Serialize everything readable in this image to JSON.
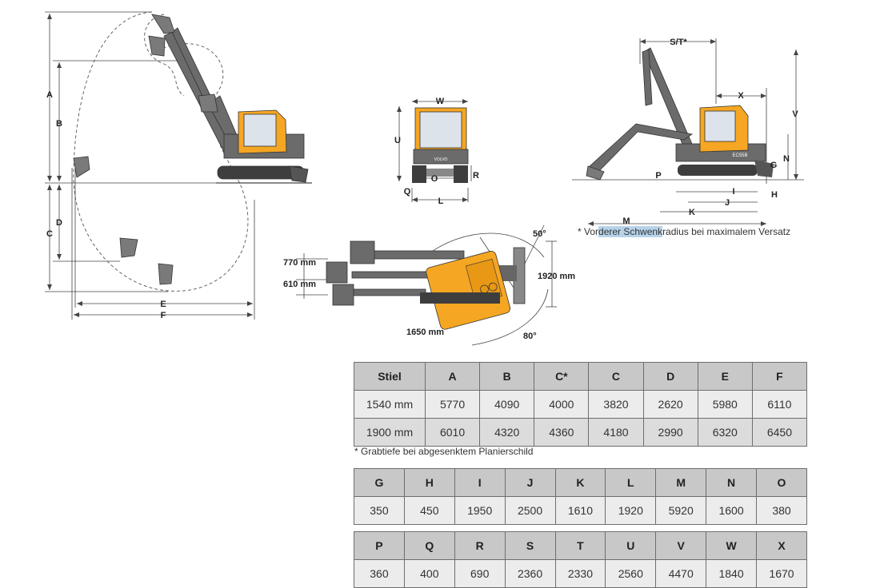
{
  "diagram": {
    "left_labels": [
      "A",
      "B",
      "C",
      "D",
      "E",
      "F"
    ],
    "front_labels": [
      "W",
      "U",
      "R",
      "Q",
      "O",
      "L"
    ],
    "right_labels": [
      "S/T*",
      "X",
      "V",
      "N",
      "G",
      "H",
      "I",
      "J",
      "K",
      "M",
      "P"
    ],
    "swing": {
      "angle_top": "50°",
      "angle_bottom": "80°",
      "offset_upper": "770 mm",
      "offset_lower": "610 mm",
      "width": "1920 mm",
      "radius": "1650 mm"
    },
    "brand": "VOLVO",
    "model": "EC55B",
    "swing_note_pre": "* Vor",
    "swing_note_hl": "derer Schwenk",
    "swing_note_post": "radius bei maximalem Versatz"
  },
  "table1": {
    "headers": [
      "Stiel",
      "A",
      "B",
      "C*",
      "C",
      "D",
      "E",
      "F"
    ],
    "rows": [
      [
        "1540 mm",
        "5770",
        "4090",
        "4000",
        "3820",
        "2620",
        "5980",
        "6110"
      ],
      [
        "1900 mm",
        "6010",
        "4320",
        "4360",
        "4180",
        "2990",
        "6320",
        "6450"
      ]
    ],
    "note": "* Grabtiefe bei abgesenktem Planierschild"
  },
  "table2": {
    "headers": [
      "G",
      "H",
      "I",
      "J",
      "K",
      "L",
      "M",
      "N",
      "O"
    ],
    "rows": [
      [
        "350",
        "450",
        "1950",
        "2500",
        "1610",
        "1920",
        "5920",
        "1600",
        "380"
      ]
    ]
  },
  "table3": {
    "headers": [
      "P",
      "Q",
      "R",
      "S",
      "T",
      "U",
      "V",
      "W",
      "X"
    ],
    "rows": [
      [
        "360",
        "400",
        "690",
        "2360",
        "2330",
        "2560",
        "4470",
        "1840",
        "1670"
      ]
    ]
  }
}
